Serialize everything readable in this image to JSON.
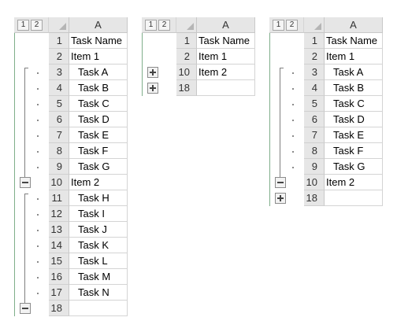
{
  "outline_levels": [
    "1",
    "2"
  ],
  "column_header": "A",
  "icons": {
    "expand": "plus-icon",
    "collapse": "minus-icon",
    "corner": "select-all-triangle-icon"
  },
  "colors": {
    "header_bg": "#e6e6e6",
    "grid_line": "#d4d4d4",
    "outline_line": "#7f7f7f"
  },
  "panels": [
    {
      "rows": [
        {
          "num": "1",
          "text": "Task Name",
          "indent": false,
          "marker": "none"
        },
        {
          "num": "2",
          "text": "Item 1",
          "indent": false,
          "marker": "none"
        },
        {
          "num": "3",
          "text": "Task A",
          "indent": true,
          "marker": "dot"
        },
        {
          "num": "4",
          "text": "Task B",
          "indent": true,
          "marker": "dot"
        },
        {
          "num": "5",
          "text": "Task C",
          "indent": true,
          "marker": "dot"
        },
        {
          "num": "6",
          "text": "Task D",
          "indent": true,
          "marker": "dot"
        },
        {
          "num": "7",
          "text": "Task E",
          "indent": true,
          "marker": "dot"
        },
        {
          "num": "8",
          "text": "Task F",
          "indent": true,
          "marker": "dot"
        },
        {
          "num": "9",
          "text": "Task G",
          "indent": true,
          "marker": "dot"
        },
        {
          "num": "10",
          "text": "Item 2",
          "indent": false,
          "marker": "minus"
        },
        {
          "num": "11",
          "text": "Task H",
          "indent": true,
          "marker": "dot"
        },
        {
          "num": "12",
          "text": "Task I",
          "indent": true,
          "marker": "dot"
        },
        {
          "num": "13",
          "text": "Task J",
          "indent": true,
          "marker": "dot"
        },
        {
          "num": "14",
          "text": "Task K",
          "indent": true,
          "marker": "dot"
        },
        {
          "num": "15",
          "text": "Task L",
          "indent": true,
          "marker": "dot"
        },
        {
          "num": "16",
          "text": "Task M",
          "indent": true,
          "marker": "dot"
        },
        {
          "num": "17",
          "text": "Task N",
          "indent": true,
          "marker": "dot"
        },
        {
          "num": "18",
          "text": "",
          "indent": false,
          "marker": "minus"
        }
      ]
    },
    {
      "rows": [
        {
          "num": "1",
          "text": "Task Name",
          "indent": false,
          "marker": "none"
        },
        {
          "num": "2",
          "text": "Item 1",
          "indent": false,
          "marker": "none"
        },
        {
          "num": "10",
          "text": "Item 2",
          "indent": false,
          "marker": "plus"
        },
        {
          "num": "18",
          "text": "",
          "indent": false,
          "marker": "plus"
        }
      ]
    },
    {
      "rows": [
        {
          "num": "1",
          "text": "Task Name",
          "indent": false,
          "marker": "none"
        },
        {
          "num": "2",
          "text": "Item 1",
          "indent": false,
          "marker": "none"
        },
        {
          "num": "3",
          "text": "Task A",
          "indent": true,
          "marker": "dot"
        },
        {
          "num": "4",
          "text": "Task B",
          "indent": true,
          "marker": "dot"
        },
        {
          "num": "5",
          "text": "Task C",
          "indent": true,
          "marker": "dot"
        },
        {
          "num": "6",
          "text": "Task D",
          "indent": true,
          "marker": "dot"
        },
        {
          "num": "7",
          "text": "Task E",
          "indent": true,
          "marker": "dot"
        },
        {
          "num": "8",
          "text": "Task F",
          "indent": true,
          "marker": "dot"
        },
        {
          "num": "9",
          "text": "Task G",
          "indent": true,
          "marker": "dot"
        },
        {
          "num": "10",
          "text": "Item 2",
          "indent": false,
          "marker": "minus"
        },
        {
          "num": "18",
          "text": "",
          "indent": false,
          "marker": "plus"
        }
      ]
    }
  ]
}
